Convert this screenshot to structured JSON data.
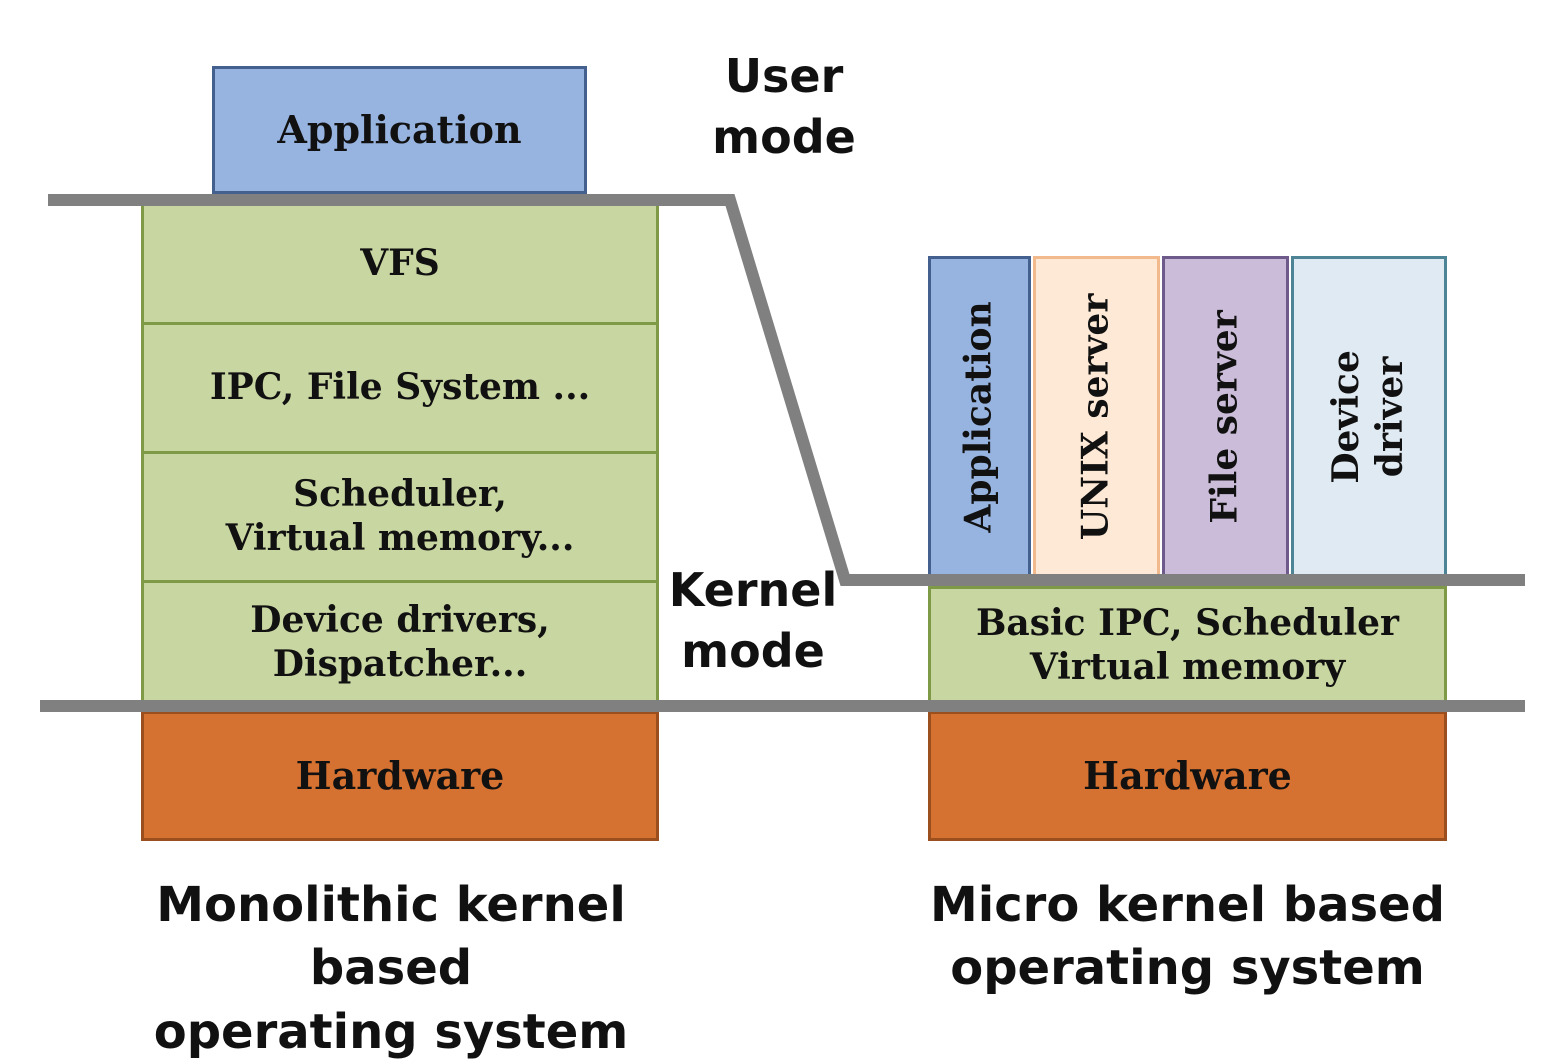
{
  "monolithic": {
    "application": "Application",
    "vfs": "VFS",
    "ipc_fs": "IPC, File System ...",
    "scheduler_line1": "Scheduler,",
    "scheduler_line2": "Virtual memory...",
    "drivers_line1": "Device drivers,",
    "drivers_line2": "Dispatcher...",
    "hardware": "Hardware",
    "caption_line1": "Monolithic kernel based",
    "caption_line2": "operating system"
  },
  "micro": {
    "application": "Application",
    "unix_server": "UNIX server",
    "file_server": "File server",
    "device_driver_line1": "Device",
    "device_driver_line2": "driver",
    "basic_line1": "Basic IPC, Scheduler",
    "basic_line2": "Virtual memory",
    "hardware": "Hardware",
    "caption_line1": "Micro kernel based",
    "caption_line2": "operating system"
  },
  "modes": {
    "user_line1": "User",
    "user_line2": "mode",
    "kernel_line1": "Kernel",
    "kernel_line2": "mode"
  },
  "colors": {
    "kernel_green": "#c8d6a1",
    "application_blue": "#97b4e0",
    "hardware_orange": "#d57131",
    "unix_peach": "#fde9d6",
    "file_purple": "#cbbcd9",
    "driver_lightblue": "#dfeaf2",
    "boundary_gray": "#808080"
  }
}
